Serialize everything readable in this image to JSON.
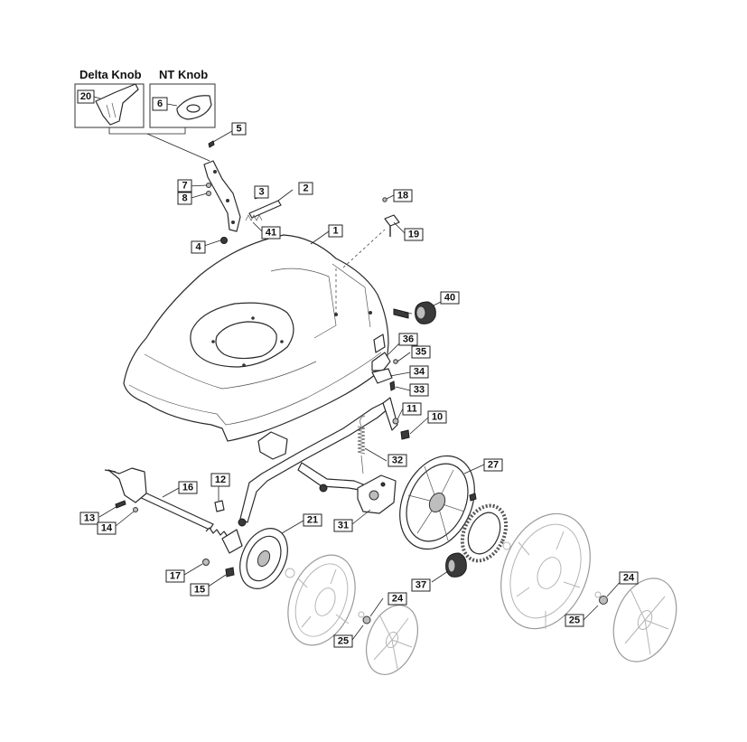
{
  "knob_options": [
    {
      "title": "Delta Knob",
      "part_number": "20"
    },
    {
      "title": "NT Knob",
      "part_number": "6"
    }
  ],
  "callouts": [
    "1",
    "2",
    "3",
    "4",
    "5",
    "7",
    "8",
    "10",
    "11",
    "12",
    "13",
    "14",
    "15",
    "16",
    "17",
    "18",
    "19",
    "21",
    "24",
    "24",
    "25",
    "25",
    "27",
    "31",
    "32",
    "33",
    "34",
    "35",
    "36",
    "37",
    "40",
    "41"
  ]
}
